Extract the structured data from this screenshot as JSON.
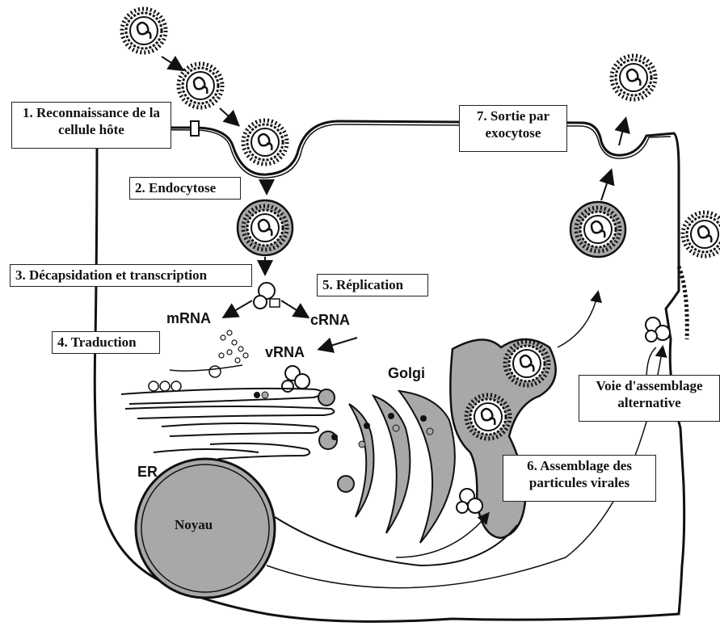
{
  "steps": {
    "step1": "1. Reconnaissance de la cellule hôte",
    "step2": "2. Endocytose",
    "step3": "3. Décapsidation et transcription",
    "step4": "4. Traduction",
    "step5": "5. Réplication",
    "step6": "6. Assemblage des particules virales",
    "step7": "7. Sortie par exocytose",
    "alt": "Voie d'assemblage alternative"
  },
  "labels": {
    "mrna": "mRNA",
    "crna": "cRNA",
    "vrna": "vRNA",
    "golgi": "Golgi",
    "er": "ER",
    "nucleus": "Noyau"
  },
  "colors": {
    "outline": "#111111",
    "organelle_fill": "#a8a8a8",
    "membrane_fill": "#bdbdbd"
  }
}
